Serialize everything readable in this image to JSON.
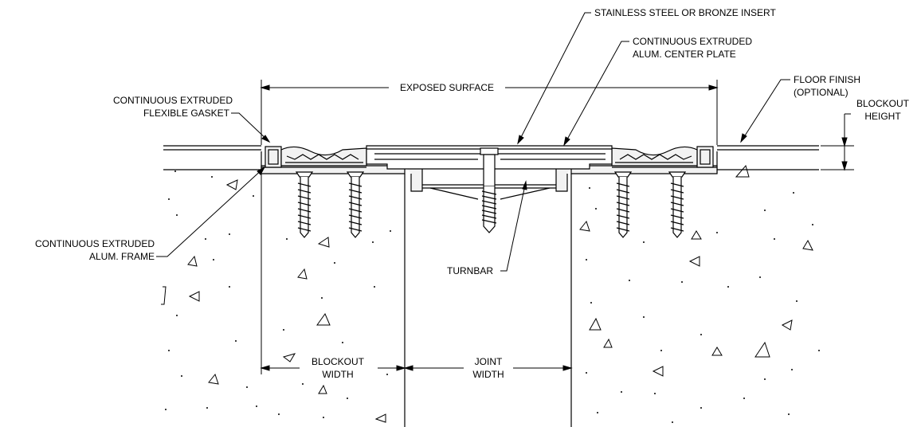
{
  "callouts": {
    "insert": "STAINLESS STEEL OR BRONZE INSERT",
    "center_plate_line1": "CONTINUOUS EXTRUDED",
    "center_plate_line2": "ALUM. CENTER PLATE",
    "exposed_surface": "EXPOSED SURFACE",
    "floor_finish_line1": "FLOOR FINISH",
    "floor_finish_line2": "(OPTIONAL)",
    "blockout_height_line1": "BLOCKOUT",
    "blockout_height_line2": "HEIGHT",
    "gasket_line1": "CONTINUOUS EXTRUDED",
    "gasket_line2": "FLEXIBLE GASKET",
    "frame_line1": "CONTINUOUS EXTRUDED",
    "frame_line2": "ALUM. FRAME",
    "turnbar": "TURNBAR",
    "blockout_width_line1": "BLOCKOUT",
    "blockout_width_line2": "WIDTH",
    "joint_width_line1": "JOINT",
    "joint_width_line2": "WIDTH"
  },
  "colors": {
    "line": "#000000",
    "background": "#ffffff",
    "fill": "#f2f2f2"
  }
}
